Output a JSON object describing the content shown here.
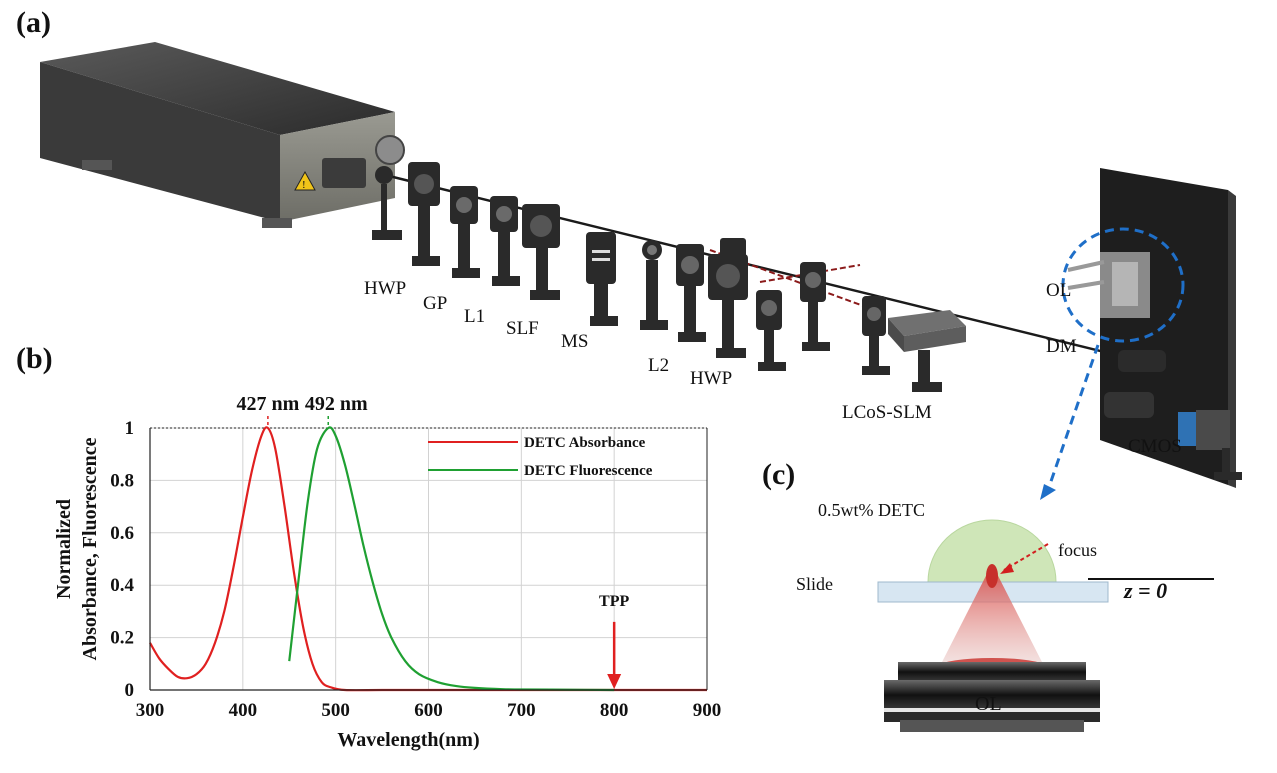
{
  "panels": {
    "a": "(a)",
    "b": "(b)",
    "c": "(c)"
  },
  "setup_labels": {
    "hwp1": "HWP",
    "gp": "GP",
    "l1": "L1",
    "slf": "SLF",
    "ms": "MS",
    "l2": "L2",
    "hwp2": "HWP",
    "lcos": "LCoS-SLM",
    "ol": "OL",
    "dm": "DM",
    "cmos": "CMOS"
  },
  "focus_diagram": {
    "solution": "0.5wt% DETC",
    "focus": "focus",
    "slide": "Slide",
    "z": "z = 0",
    "objective": "OL"
  },
  "colors": {
    "absorbance": "#e02020",
    "fluorescence": "#1fa032",
    "tpp_arrow": "#e02020",
    "ol_circle": "#1f6fc8",
    "droplet": "#cfe6b8",
    "slide": "#d7e6f2",
    "cone": "#d9413b"
  },
  "chart_data": {
    "type": "line",
    "title": "",
    "xlabel": "Wavelength(nm)",
    "ylabel": "Normalized Absorbance, Fluorescence",
    "ylabel_lines": [
      "Normalized",
      "Absorbance, Fluorescence"
    ],
    "xlim": [
      300,
      900
    ],
    "ylim": [
      0,
      1
    ],
    "xticks": [
      300,
      400,
      500,
      600,
      700,
      800,
      900
    ],
    "yticks": [
      0,
      0.2,
      0.4,
      0.6,
      0.8,
      1
    ],
    "ytick_labels": [
      "0",
      "0.2",
      "0.4",
      "0.6",
      "0.8",
      "1"
    ],
    "grid": true,
    "legend_position": "top-right",
    "series": [
      {
        "name": "DETC Absorbance",
        "x": [
          300,
          310,
          320,
          330,
          340,
          350,
          360,
          370,
          380,
          390,
          400,
          410,
          420,
          427,
          435,
          445,
          455,
          465,
          475,
          485,
          495,
          510,
          550,
          600,
          700,
          800,
          900
        ],
        "y": [
          0.18,
          0.12,
          0.08,
          0.05,
          0.045,
          0.06,
          0.1,
          0.18,
          0.3,
          0.47,
          0.66,
          0.84,
          0.97,
          1.0,
          0.92,
          0.7,
          0.45,
          0.24,
          0.1,
          0.03,
          0.01,
          0.0,
          0.0,
          0.0,
          0.0,
          0.0,
          0.0
        ]
      },
      {
        "name": "DETC Fluorescence",
        "x": [
          450,
          460,
          470,
          480,
          492,
          500,
          510,
          520,
          530,
          540,
          550,
          560,
          575,
          590,
          610,
          630,
          650,
          680,
          700,
          750,
          800
        ],
        "y": [
          0.11,
          0.42,
          0.72,
          0.92,
          1.0,
          0.97,
          0.86,
          0.71,
          0.55,
          0.41,
          0.29,
          0.2,
          0.11,
          0.06,
          0.03,
          0.015,
          0.008,
          0.003,
          0.002,
          0.001,
          0.0
        ]
      }
    ],
    "annotations": [
      {
        "text": "427 nm",
        "x": 427
      },
      {
        "text": "492 nm",
        "x": 492
      },
      {
        "text": "TPP",
        "x": 800
      }
    ]
  }
}
